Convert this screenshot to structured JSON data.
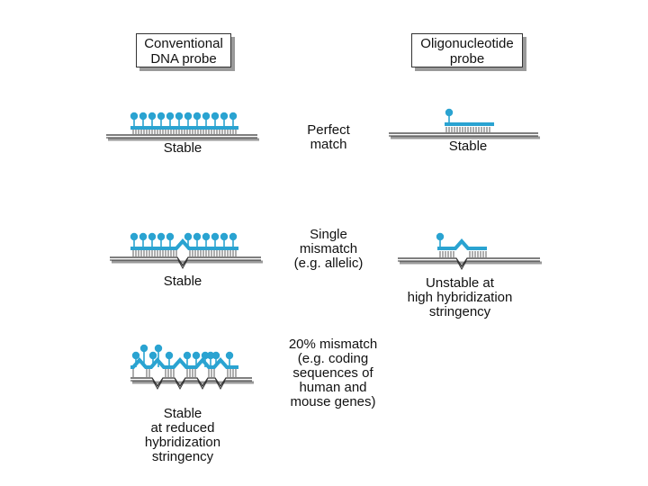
{
  "headers": {
    "conventional": [
      "Conventional",
      "DNA probe"
    ],
    "oligonucleotide": [
      "Oligonucleotide",
      "probe"
    ]
  },
  "row_labels": {
    "perfect": [
      "Perfect",
      "match"
    ],
    "single": [
      "Single",
      "mismatch",
      "(e.g. allelic)"
    ],
    "twenty": [
      "20% mismatch",
      "(e.g. coding",
      "sequences of",
      "human and",
      "mouse genes)"
    ]
  },
  "results": {
    "conv_perfect": [
      "Stable"
    ],
    "oligo_perfect": [
      "Stable"
    ],
    "conv_single": [
      "Stable"
    ],
    "oligo_single": [
      "Unstable at",
      "high hybridization",
      "stringency"
    ],
    "conv_twenty": [
      "Stable",
      "at reduced",
      "hybridization",
      "stringency"
    ]
  },
  "colors": {
    "probe": "#2aa3d1",
    "target": "#333333",
    "shadow": "#9a9a9a"
  }
}
